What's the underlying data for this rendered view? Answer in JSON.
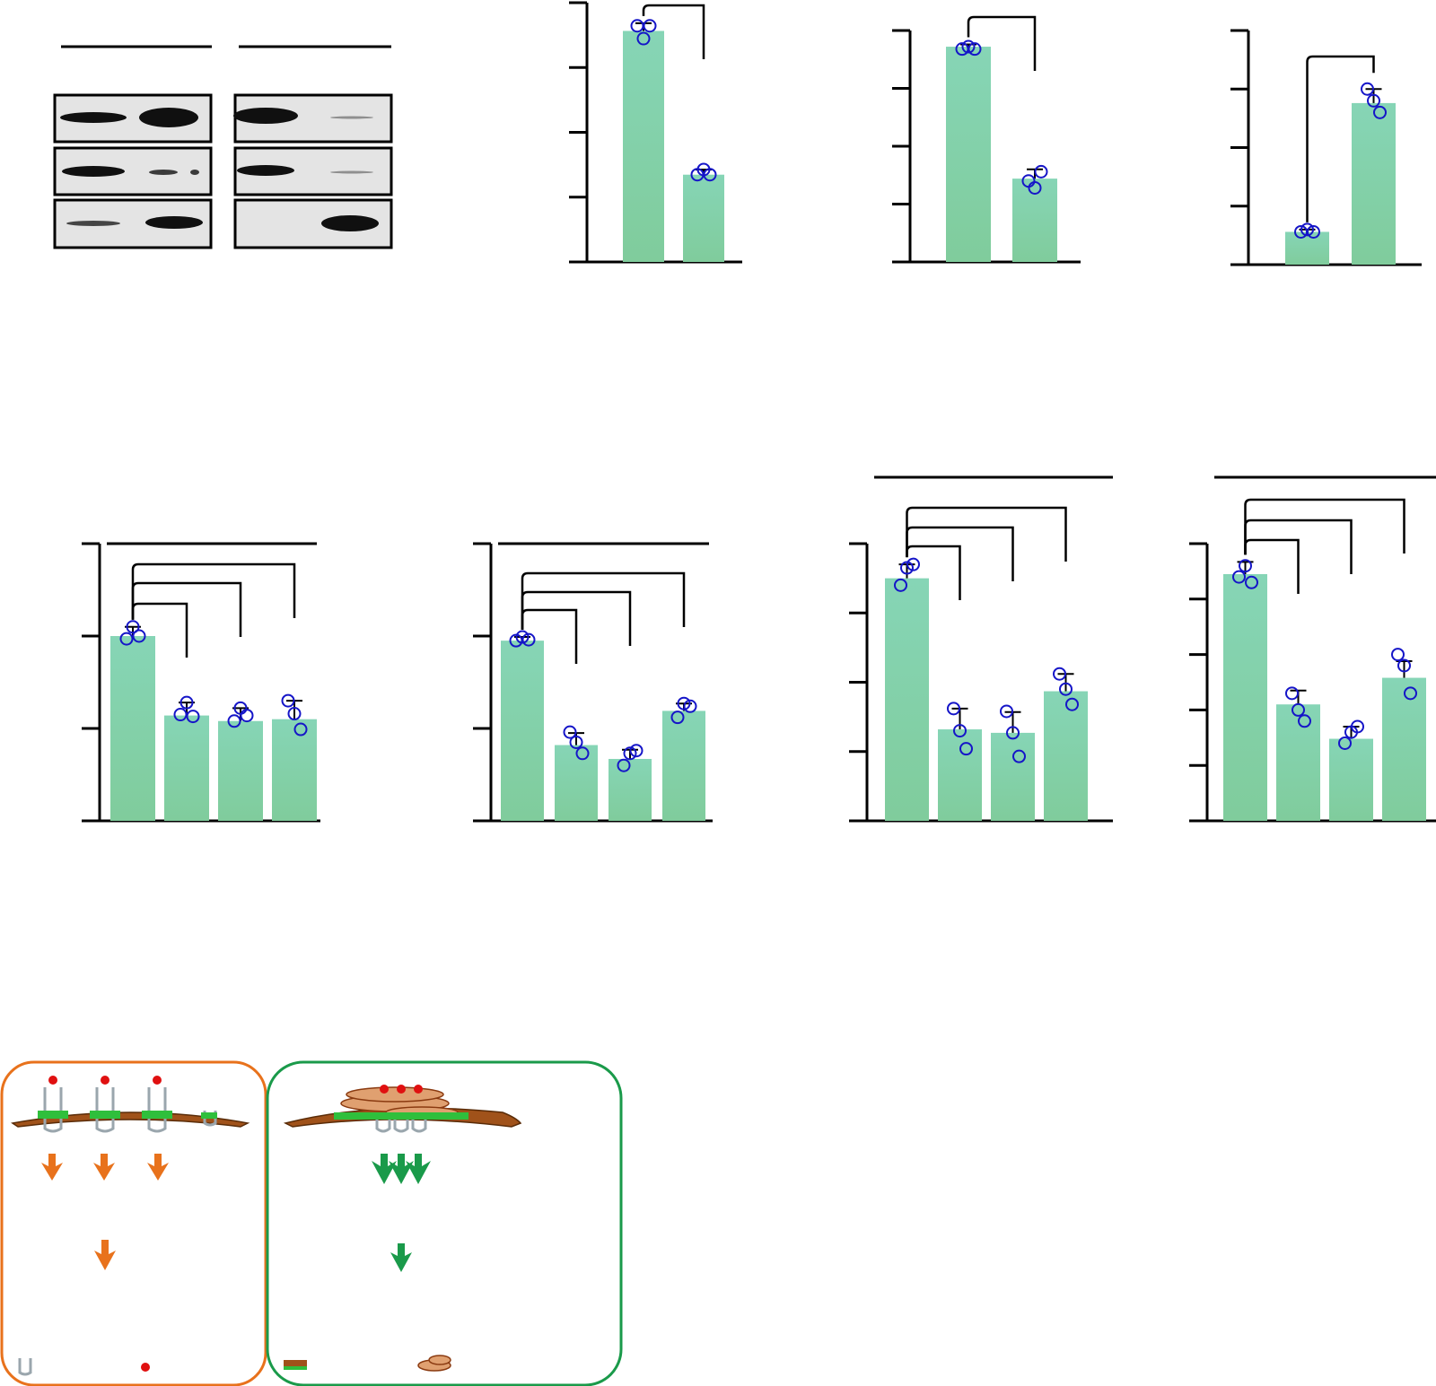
{
  "colors": {
    "bar_top": "#86d5b6",
    "bar_bottom": "#80cc9c",
    "dot": "#1515c8",
    "orange": "#e8721c",
    "green": "#1a9a4a",
    "membrane": "#a0521a",
    "star": "#e01010"
  },
  "icons": [
    "receptor-icon",
    "ligand-star-icon",
    "cluster-icon",
    "aggregate-icon",
    "arrow-down-icon"
  ],
  "chart_data": [
    {
      "type": "bar",
      "categories": [
        "",
        ""
      ],
      "values": [
        0.9,
        0.34
      ],
      "points": [
        [
          0.92,
          0.87,
          0.92
        ],
        [
          0.34,
          0.36,
          0.34
        ]
      ],
      "error": [
        0.03,
        0.02
      ],
      "ylim": [
        0,
        1.01
      ],
      "yticks": 4,
      "comparisons": [
        [
          0,
          1
        ]
      ],
      "group_lines": []
    },
    {
      "type": "bar",
      "categories": [
        "",
        ""
      ],
      "values": [
        0.93,
        0.36
      ],
      "points": [
        [
          0.92,
          0.93,
          0.92
        ],
        [
          0.35,
          0.32,
          0.39
        ]
      ],
      "error": [
        0.01,
        0.04
      ],
      "ylim": [
        0,
        1.0
      ],
      "yticks": 4,
      "comparisons": [
        [
          0,
          1
        ]
      ],
      "group_lines": []
    },
    {
      "type": "bar",
      "categories": [
        "",
        ""
      ],
      "values": [
        0.14,
        0.69
      ],
      "points": [
        [
          0.14,
          0.15,
          0.14
        ],
        [
          0.75,
          0.7,
          0.65
        ]
      ],
      "error": [
        0.01,
        0.06
      ],
      "ylim": [
        0,
        1.0
      ],
      "yticks": 4,
      "comparisons": [
        [
          0,
          1
        ]
      ],
      "group_lines": []
    },
    {
      "type": "bar",
      "categories": [
        "",
        "",
        "",
        ""
      ],
      "values": [
        2.0,
        1.14,
        1.08,
        1.1
      ],
      "points": [
        [
          1.97,
          2.1,
          2.0
        ],
        [
          1.15,
          1.28,
          1.13
        ],
        [
          1.08,
          1.22,
          1.14
        ],
        [
          1.3,
          1.16,
          0.99
        ]
      ],
      "error": [
        0.1,
        0.14,
        0.14,
        0.2
      ],
      "ylim": [
        0,
        3.0
      ],
      "yticks": 3,
      "comparisons": [
        [
          0,
          1
        ],
        [
          0,
          2
        ],
        [
          0,
          3
        ]
      ],
      "group_lines": [
        [
          0,
          3
        ]
      ]
    },
    {
      "type": "bar",
      "categories": [
        "",
        "",
        "",
        ""
      ],
      "values": [
        1.95,
        0.82,
        0.67,
        1.19
      ],
      "points": [
        [
          1.95,
          1.99,
          1.96
        ],
        [
          0.96,
          0.85,
          0.73
        ],
        [
          0.6,
          0.73,
          0.76
        ],
        [
          1.12,
          1.27,
          1.24
        ]
      ],
      "error": [
        0.04,
        0.13,
        0.1,
        0.08
      ],
      "ylim": [
        0,
        3.0
      ],
      "yticks": 3,
      "comparisons": [
        [
          0,
          1
        ],
        [
          0,
          2
        ],
        [
          0,
          3
        ]
      ],
      "group_lines": [
        [
          0,
          3
        ]
      ]
    },
    {
      "type": "bar",
      "categories": [
        "",
        "",
        "",
        ""
      ],
      "values": [
        3.5,
        1.32,
        1.27,
        1.87
      ],
      "points": [
        [
          3.4,
          3.65,
          3.7
        ],
        [
          1.62,
          1.3,
          1.04
        ],
        [
          1.58,
          1.27,
          0.93
        ],
        [
          2.12,
          1.9,
          1.68
        ]
      ],
      "error": [
        0.2,
        0.3,
        0.3,
        0.25
      ],
      "ylim": [
        0,
        4.0
      ],
      "yticks": 4,
      "comparisons": [
        [
          0,
          1
        ],
        [
          0,
          2
        ],
        [
          0,
          3
        ]
      ],
      "group_lines": [
        [
          0,
          3
        ]
      ]
    },
    {
      "type": "bar",
      "categories": [
        "",
        "",
        "",
        ""
      ],
      "values": [
        4.45,
        2.1,
        1.48,
        2.58
      ],
      "points": [
        [
          4.4,
          4.6,
          4.3
        ],
        [
          2.3,
          2.0,
          1.8
        ],
        [
          1.4,
          1.6,
          1.7
        ],
        [
          3.0,
          2.8,
          2.3
        ]
      ],
      "error": [
        0.22,
        0.25,
        0.22,
        0.3
      ],
      "ylim": [
        0,
        5.0
      ],
      "yticks": 5,
      "comparisons": [
        [
          0,
          1
        ],
        [
          0,
          2
        ],
        [
          0,
          3
        ]
      ],
      "group_lines": [
        [
          0,
          3
        ]
      ]
    }
  ]
}
